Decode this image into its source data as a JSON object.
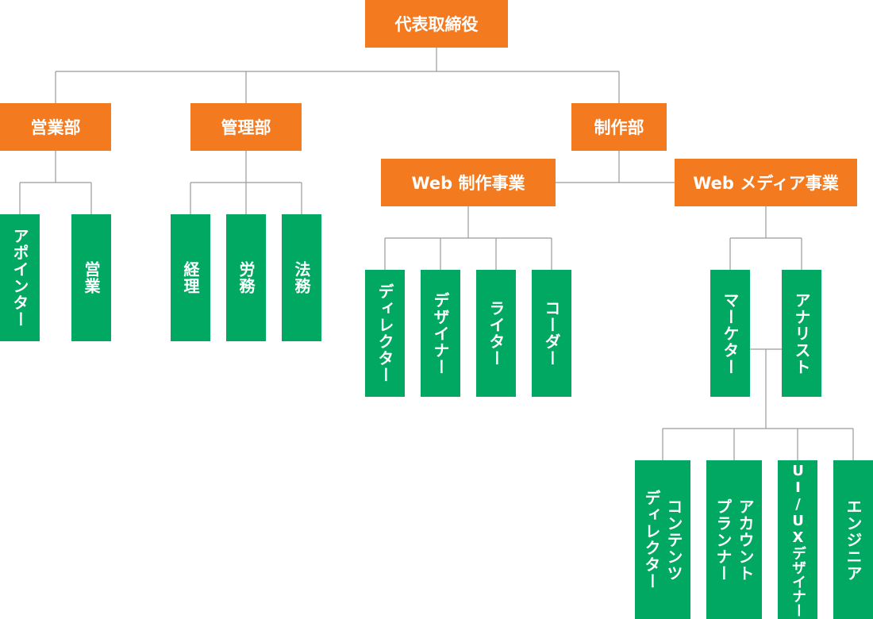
{
  "root": "代表取締役",
  "departments": {
    "sales": "営業部",
    "admin": "管理部",
    "production": "制作部"
  },
  "divisions": {
    "web_production": "Web 制作事業",
    "web_media": "Web メディア事業"
  },
  "roles": {
    "appointer": "アポインター",
    "eigyo": "営業",
    "keiri": "経理",
    "romu": "労務",
    "homu": "法務",
    "director": "ディレクター",
    "designer": "デザイナー",
    "writer": "ライター",
    "coder": "コーダー",
    "marketer": "マーケター",
    "analyst": "アナリスト",
    "content_director": "コンテンツ\nディレクター",
    "account_planner": "アカウント\nプランナー",
    "uiux_designer": "UI/UXデザイナー",
    "engineer": "エンジニア"
  },
  "colors": {
    "management": "#f47a20",
    "staff": "#00a862",
    "connector": "#9a9a9a"
  }
}
